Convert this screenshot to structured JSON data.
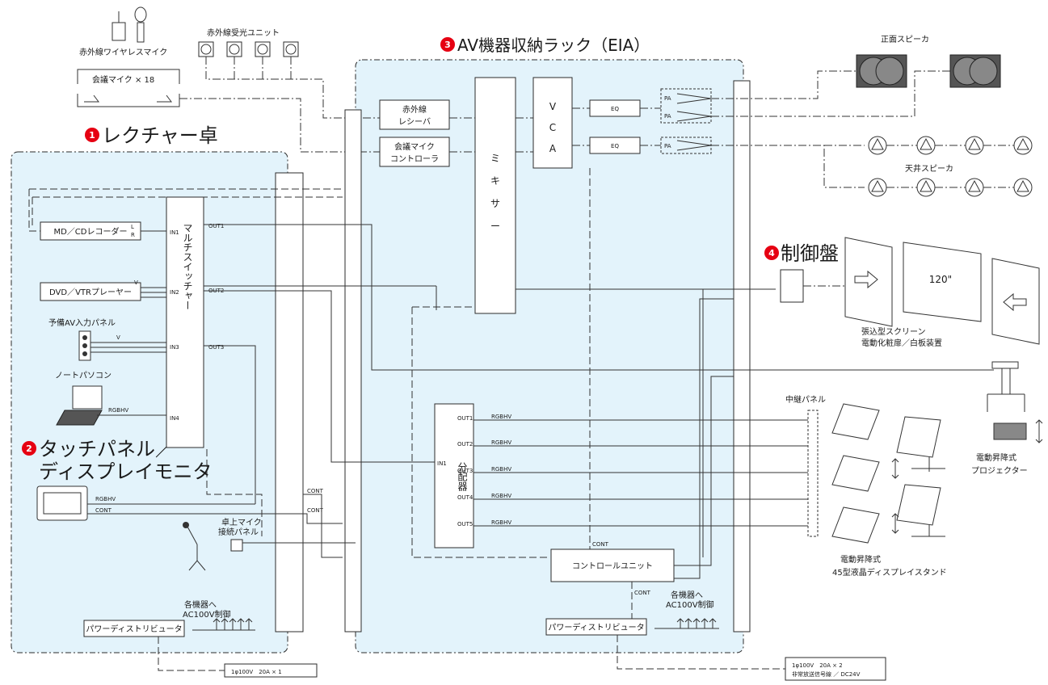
{
  "sections": {
    "lecture": {
      "num": "1",
      "title": "レクチャー卓"
    },
    "touch": {
      "num": "2",
      "title1": "タッチパネル／",
      "title2": "ディスプレイモニタ"
    },
    "rack": {
      "num": "3",
      "title": "AV機器収納ラック（EIA）"
    },
    "control": {
      "num": "4",
      "title": "制御盤"
    }
  },
  "labels": {
    "ir_wireless_mic": "赤外線ワイヤレスマイク",
    "ir_receiver_unit": "赤外線受光ユニット",
    "conf_mic": "会議マイク × 18",
    "ir_receiver1": "赤外線",
    "ir_receiver2": "レシーバ",
    "conf_mic_ctrl1": "会議マイク",
    "conf_mic_ctrl2": "コントローラ",
    "mixer": [
      "ミ",
      "キ",
      "サ",
      "ー"
    ],
    "vca": [
      "V",
      "C",
      "A"
    ],
    "eq": "EQ",
    "pa": "PA",
    "front_speaker": "正面スピーカ",
    "ceiling_speaker": "天井スピーカ",
    "md_cd": "MD／CDレコーダー",
    "dvd_vtr": "DVD／VTRプレーヤー",
    "spare_av": "予備AV入力パネル",
    "laptop": "ノートパソコン",
    "matrix_switcher": "マルチスイッチャー",
    "in1": "IN1",
    "in2": "IN2",
    "in3": "IN3",
    "in4": "IN4",
    "out1": "OUT1",
    "out2": "OUT2",
    "out3": "OUT3",
    "out4": "OUT4",
    "out5": "OUT5",
    "distributor": "分配器",
    "rgbhv": "RGBHV",
    "cont": "CONT",
    "v": "V",
    "l": "L",
    "r": "R",
    "screen_size": "120\"",
    "screen1": "張込型スクリーン",
    "screen2": "電動化粧扉／白板装置",
    "relay_panel": "中継パネル",
    "lift_proj1": "電動昇降式",
    "lift_proj2": "プロジェクター",
    "lift_stand1": "電動昇降式",
    "lift_stand2": "45型液晶ディスプレイスタンド",
    "control_unit": "コントロールユニット",
    "desk_mic1": "卓上マイク",
    "desk_mic2": "接続パネル",
    "each_dev": "各機器へ",
    "ac_ctrl": "AC100V制御",
    "power_dist": "パワーディストリビュータ",
    "power_left": "1φ100V　20A × 1",
    "power_right1": "1φ100V　20A × 2",
    "power_right2": "非常放送信号線 ／ DC24V"
  },
  "colors": {
    "zone": "#e3f3fb",
    "accent": "#e60012",
    "line": "#333333"
  }
}
